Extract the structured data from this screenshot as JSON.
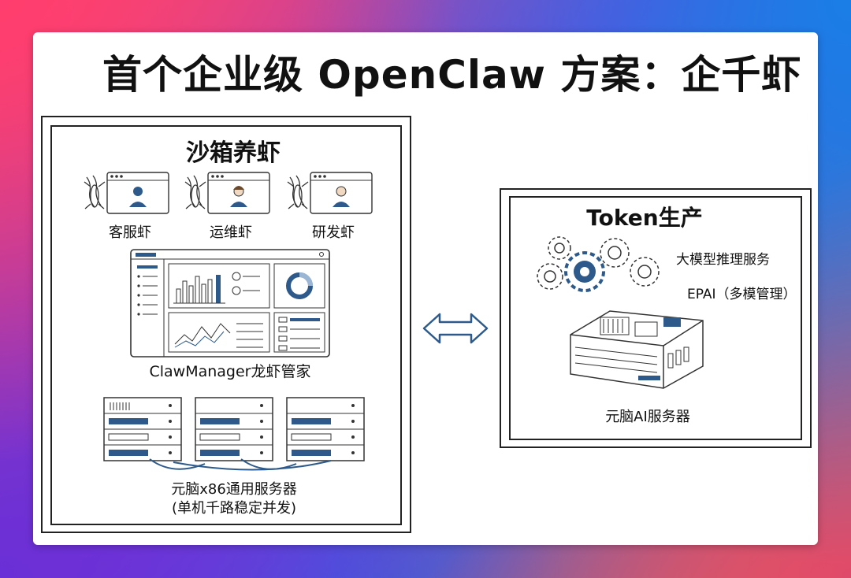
{
  "title": "首个企业级 OpenClaw 方案：企千虾",
  "left_panel": {
    "title": "沙箱养虾",
    "roles": [
      {
        "label": "客服虾",
        "icon": "lobster-icon"
      },
      {
        "label": "运维虾",
        "icon": "lobster-icon"
      },
      {
        "label": "研发虾",
        "icon": "lobster-icon"
      }
    ],
    "dashboard_label": "ClawManager龙虾管家",
    "servers_label_line1": "元脑x86通用服务器",
    "servers_label_line2": "(单机千路稳定并发)"
  },
  "right_panel": {
    "title": "Token生产",
    "service_1": "大模型推理服务",
    "service_2": "EPAI（多模管理）",
    "server_label": "元脑AI服务器"
  },
  "colors": {
    "accent_blue": "#2d5a8a",
    "line": "#222222"
  }
}
